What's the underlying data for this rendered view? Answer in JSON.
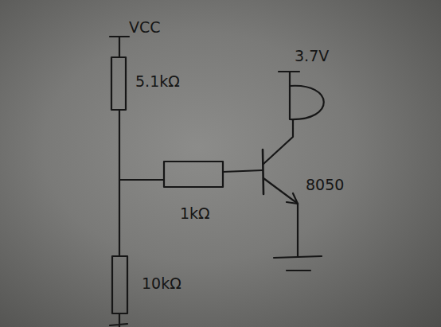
{
  "diagram": {
    "labels": [
      "VCC",
      "5.1kΩ",
      "3.7V",
      "1kΩ",
      "8050",
      "10kΩ"
    ]
  }
}
